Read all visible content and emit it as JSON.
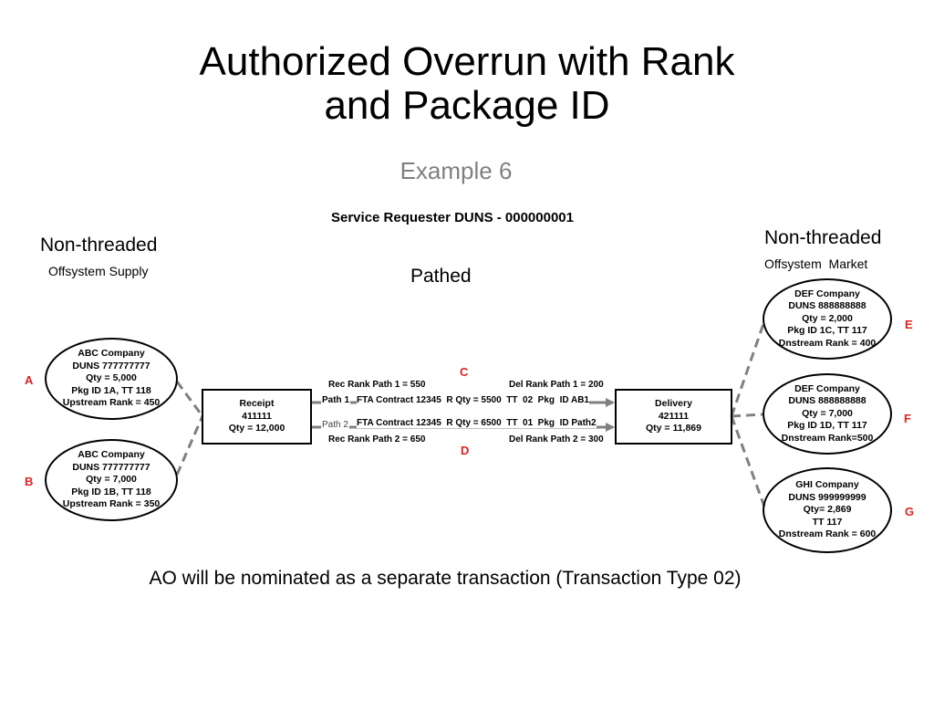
{
  "title": {
    "line1": "Authorized Overrun with Rank",
    "line2": "and Package ID"
  },
  "subtitle": "Example 6",
  "requester": "Service Requester DUNS - 000000001",
  "left_header": {
    "heading": "Non-threaded",
    "sub": "Offsystem Supply"
  },
  "right_header": {
    "heading": "Non-threaded",
    "sub": "Offsystem  Market"
  },
  "middle_header": "Pathed",
  "supply": [
    {
      "letter": "A",
      "lines": [
        "ABC Company",
        "DUNS 777777777",
        "Qty = 5,000",
        "Pkg ID 1A, TT  118",
        "Upstream Rank = 450"
      ]
    },
    {
      "letter": "B",
      "lines": [
        "ABC Company",
        "DUNS 777777777",
        "Qty = 7,000",
        "Pkg  ID 1B, TT 118",
        "Upstream Rank = 350"
      ]
    }
  ],
  "market": [
    {
      "letter": "E",
      "lines": [
        "DEF Company",
        "DUNS 888888888",
        "Qty = 2,000",
        "Pkg  ID 1C, TT 117",
        "Dnstream Rank = 400"
      ]
    },
    {
      "letter": "F",
      "lines": [
        "DEF Company",
        "DUNS 888888888",
        "Qty = 7,000",
        "Pkg  ID 1D, TT 117",
        "Dnstream Rank=500"
      ]
    },
    {
      "letter": "G",
      "lines": [
        "GHI Company",
        "DUNS 999999999",
        "Qty= 2,869",
        "TT 117",
        "Dnstream Rank = 600"
      ]
    }
  ],
  "receipt": {
    "lines": [
      "Receipt",
      "411111",
      "Qty = 12,000"
    ]
  },
  "delivery": {
    "lines": [
      "Delivery",
      "421111",
      "Qty = 11,869"
    ]
  },
  "path1": {
    "letter": "C",
    "rec_rank": "Rec Rank Path 1 = 550",
    "del_rank": "Del Rank Path 1 = 200",
    "name": "Path 1",
    "detail": "FTA Contract 12345  R Qty = 5500  TT  02  Pkg  ID AB1"
  },
  "path2": {
    "letter": "D",
    "rec_rank": "Rec Rank Path 2 = 650",
    "del_rank": "Del Rank Path 2 = 300",
    "name": "Path 2",
    "detail": "FTA Contract 12345  R Qty = 6500  TT  01  Pkg  ID Path2"
  },
  "footer": "AO will be nominated as a separate transaction (Transaction Type 02)",
  "colors": {
    "connector": "#808080",
    "letter": "#e02020",
    "subtitle": "#808080"
  }
}
